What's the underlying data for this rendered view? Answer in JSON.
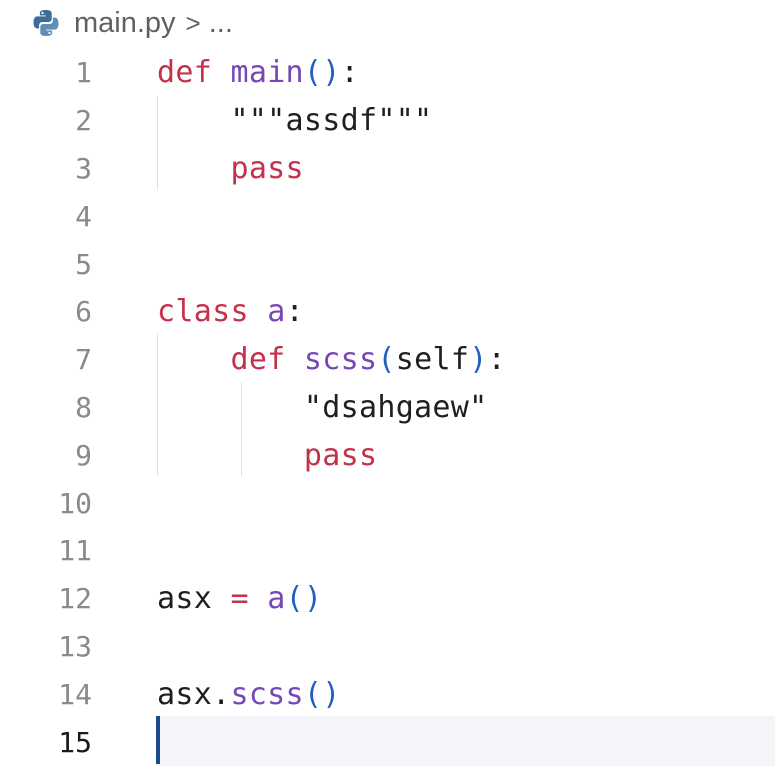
{
  "breadcrumb": {
    "file": "main.py",
    "separator": ">",
    "ellipsis": "..."
  },
  "colors": {
    "keyword": "#c4314b",
    "function": "#7747b8",
    "paren": "#1f5fbf",
    "cursor": "#1b4a8c"
  },
  "lines": [
    {
      "num": "1",
      "tokens": [
        [
          "kw",
          "def"
        ],
        [
          "plain",
          " "
        ],
        [
          "fn",
          "main"
        ],
        [
          "paren",
          "()"
        ],
        [
          "plain",
          ":"
        ]
      ]
    },
    {
      "num": "2",
      "tokens": [
        [
          "plain",
          "    \"\"\"assdf\"\"\""
        ]
      ]
    },
    {
      "num": "3",
      "tokens": [
        [
          "plain",
          "    "
        ],
        [
          "kw",
          "pass"
        ]
      ]
    },
    {
      "num": "4",
      "tokens": []
    },
    {
      "num": "5",
      "tokens": []
    },
    {
      "num": "6",
      "tokens": [
        [
          "kw",
          "class"
        ],
        [
          "plain",
          " "
        ],
        [
          "fn",
          "a"
        ],
        [
          "plain",
          ":"
        ]
      ]
    },
    {
      "num": "7",
      "tokens": [
        [
          "plain",
          "    "
        ],
        [
          "kw",
          "def"
        ],
        [
          "plain",
          " "
        ],
        [
          "fn",
          "scss"
        ],
        [
          "paren",
          "("
        ],
        [
          "plain",
          "self"
        ],
        [
          "paren",
          ")"
        ],
        [
          "plain",
          ":"
        ]
      ]
    },
    {
      "num": "8",
      "tokens": [
        [
          "plain",
          "        \"dsahgaew\""
        ]
      ]
    },
    {
      "num": "9",
      "tokens": [
        [
          "plain",
          "        "
        ],
        [
          "kw",
          "pass"
        ]
      ]
    },
    {
      "num": "10",
      "tokens": []
    },
    {
      "num": "11",
      "tokens": []
    },
    {
      "num": "12",
      "tokens": [
        [
          "plain",
          "asx "
        ],
        [
          "kw",
          "="
        ],
        [
          "plain",
          " "
        ],
        [
          "fn",
          "a"
        ],
        [
          "paren",
          "()"
        ]
      ]
    },
    {
      "num": "13",
      "tokens": []
    },
    {
      "num": "14",
      "tokens": [
        [
          "plain",
          "asx."
        ],
        [
          "fn",
          "scss"
        ],
        [
          "paren",
          "()"
        ]
      ]
    },
    {
      "num": "15",
      "tokens": [],
      "active": true
    }
  ]
}
